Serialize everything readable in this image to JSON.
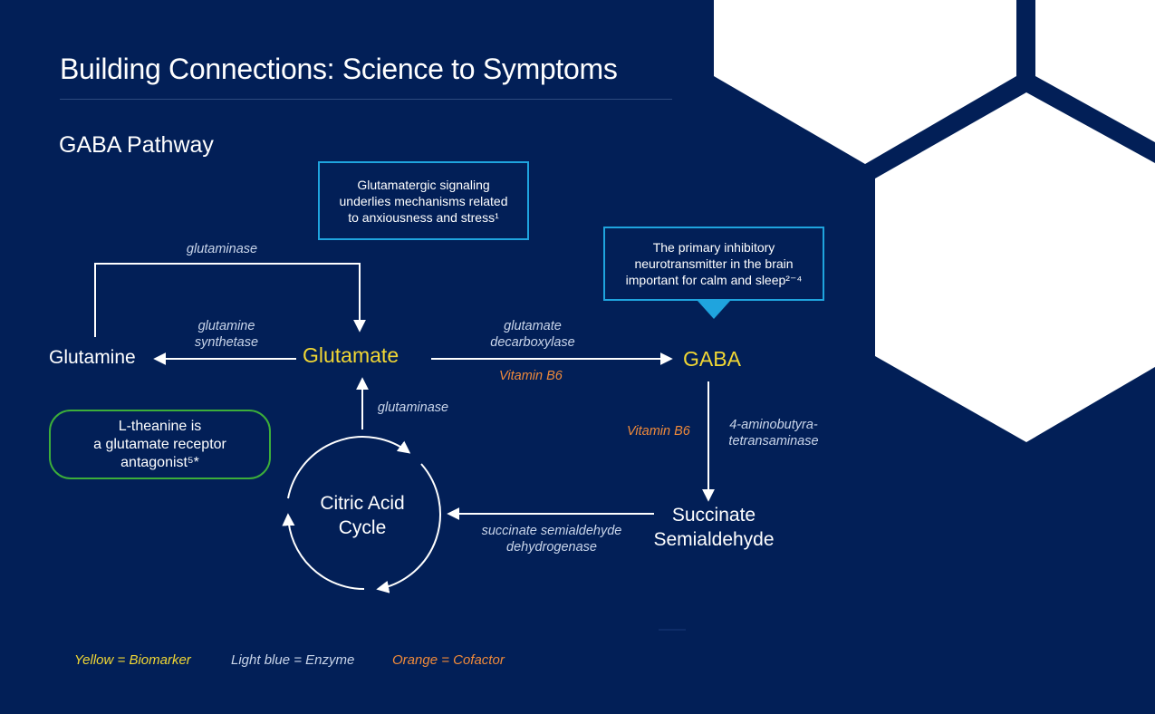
{
  "header": {
    "title": "Building Connections: Science to Symptoms",
    "subtitle": "GABA Pathway"
  },
  "colors": {
    "background": "#021f57",
    "biomarker": "#f1d734",
    "enzyme": "#c9d5ea",
    "cofactor": "#f08a3a",
    "callout_border": "#1fa4de",
    "theanine_border": "#3cae3a"
  },
  "nodes": {
    "glutamine": "Glutamine",
    "glutamate": "Glutamate",
    "gaba": "GABA",
    "succinate": "Succinate\nSemialdehyde",
    "citric_cycle": "Citric Acid\nCycle"
  },
  "enzymes": {
    "glutaminase_top": "glutaminase",
    "glutamine_synthetase": "glutamine\nsynthetase",
    "glutamate_decarboxylase": "glutamate\ndecarboxylase",
    "glutaminase_bottom": "glutaminase",
    "gaba_transaminase": "4-aminobutyra-\ntetransaminase",
    "ssa_dehydrogenase": "succinate semialdehyde\ndehydrogenase"
  },
  "cofactors": {
    "vitamin_b6_a": "Vitamin B6",
    "vitamin_b6_b": "Vitamin B6"
  },
  "callouts": {
    "glutamatergic": "Glutamatergic signaling\nunderlies mechanisms related\nto anxiousness and stress¹",
    "gaba_inhibitory": "The primary inhibitory\nneurotransmitter in the brain\nimportant for calm and sleep²⁻⁴",
    "theanine": "L-theanine is\na glutamate receptor\nantagonist⁵*"
  },
  "legend": {
    "biomarker": "Yellow = Biomarker",
    "enzyme": "Light blue = Enzyme",
    "cofactor": "Orange = Cofactor"
  }
}
